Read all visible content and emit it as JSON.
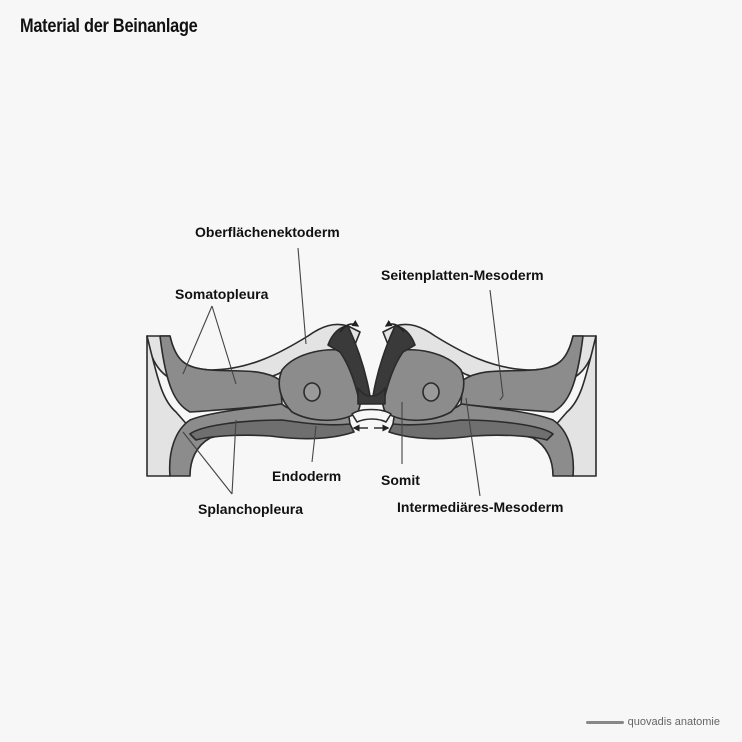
{
  "title": "Material der Beinanlage",
  "labels": {
    "oberflaechenektoderm": "Oberflächenektoderm",
    "somatopleura": "Somatopleura",
    "seitenplatten_mesoderm": "Seitenplatten-Mesoderm",
    "endoderm": "Endoderm",
    "somit": "Somit",
    "splanchopleura": "Splanchopleura",
    "intermediaeres_mesoderm": "Intermediäres-Mesoderm"
  },
  "watermark": "quovadis anatomie",
  "colors": {
    "ectoderm": "#e3e3e3",
    "mesoderm": "#8c8c8c",
    "endoderm": "#6f6f6f",
    "neural": "#3a3a3a",
    "background": "#f7f7f7"
  }
}
